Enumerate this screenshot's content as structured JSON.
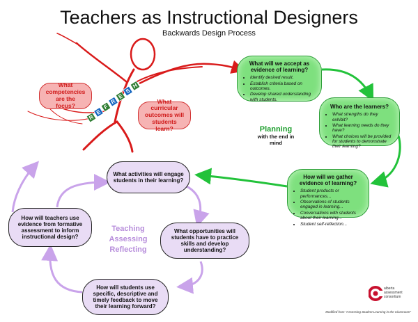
{
  "header": {
    "title": "Teachers as Instructional Designers",
    "subtitle": "Backwards Design Process"
  },
  "refresh_letters": [
    "R",
    "E",
    "F",
    "R",
    "E",
    "S",
    "H"
  ],
  "red_boxes": [
    {
      "label": "What competencies are the focus?"
    },
    {
      "label": "What curricular outcomes will students learn?"
    }
  ],
  "green_boxes": [
    {
      "heading": "What will we accept as evidence of learning?",
      "bullets": [
        "Identify desired result.",
        "Establish criteria based on outcomes.",
        "Develop shared understanding with students."
      ]
    },
    {
      "heading": "Who are the learners?",
      "bullets": [
        "What strengths do they exhibit?",
        "What learning needs do they have?",
        "What choices will be provided for students to demonstrate their learning?"
      ]
    },
    {
      "heading": "How will we gather evidence of learning?",
      "bullets": [
        "Student products or performances...",
        "Observations of students engaged in learning...",
        "Conversations with students about their learning...",
        "Student self-reflection..."
      ]
    }
  ],
  "planning": {
    "title": "Planning",
    "subtitle": "with the end in mind"
  },
  "purple_boxes": [
    {
      "label": "What activities will engage students in their learning?"
    },
    {
      "label": "What opportunities will students have to practice skills and develop understanding?"
    },
    {
      "label": "How will students use specific, descriptive and timely feedback to move their learning forward?"
    },
    {
      "label": "How will teachers use evidence from formative assessment to inform instructional design?"
    }
  ],
  "cycle_words": [
    "Teaching",
    "Assessing",
    "Reflecting"
  ],
  "logo": {
    "line1": "alberta",
    "line2": "assessment",
    "line3": "consortium"
  },
  "credit": "Modified from \"Assessing Student Learning in the Classroom\"",
  "colors": {
    "green_arrow": "#22c23a",
    "purple_arrow": "#c9a3ea",
    "red_arrow": "#d91a1a",
    "green_fill": "#7ee07e",
    "purple_fill": "#e9dcf5",
    "red_fill": "#f6b3b3"
  }
}
